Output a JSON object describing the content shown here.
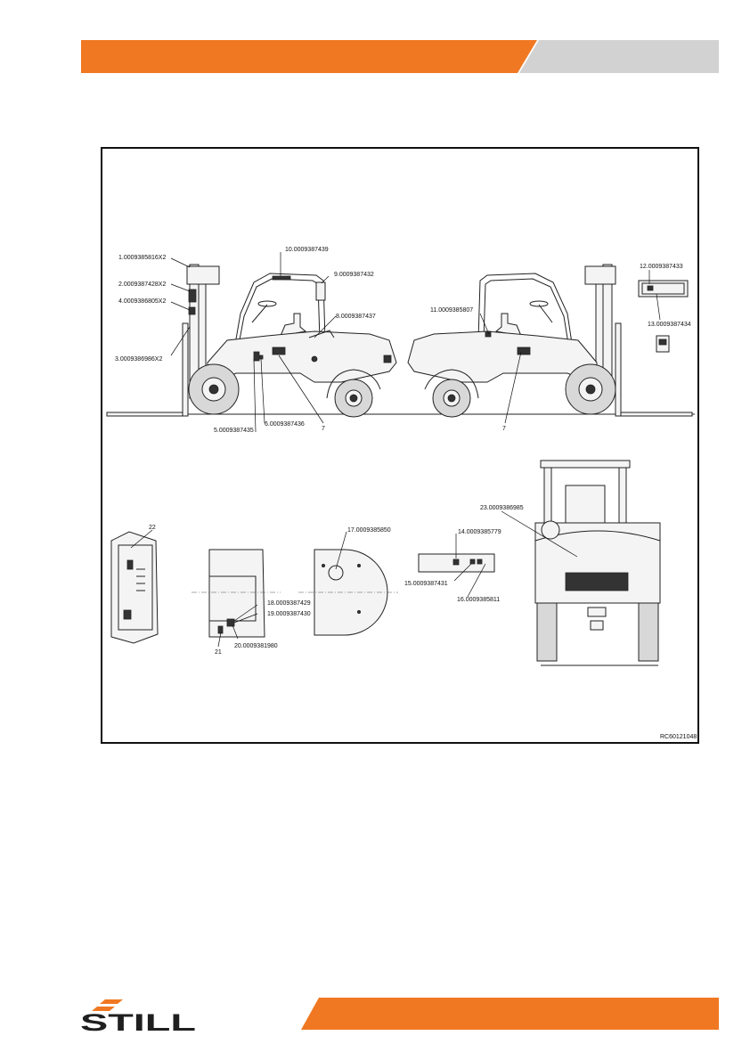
{
  "colors": {
    "accent": "#F07822",
    "header_grey": "#D2D2D2",
    "logo_dark": "#1F1F1F"
  },
  "logo": {
    "text": "STILL",
    "icon": "still-stripes-logo"
  },
  "diagram": {
    "reference": "RC60121048",
    "labels": {
      "l1": "1.0009385816X2",
      "l2": "2.0009387428X2",
      "l3": "3.0009386986X2",
      "l4": "4.0009386805X2",
      "l5": "5.0009387435",
      "l6": "6.0009387436",
      "l7a": "7",
      "l7b": "7",
      "l8": "8.0009387437",
      "l9": "9.0009387432",
      "l10": "10.0009387439",
      "l11": "11.0009385807",
      "l12": "12.0009387433",
      "l13": "13.0009387434",
      "l14": "14.0009385779",
      "l15": "15.0009387431",
      "l16": "16.0009385811",
      "l17": "17.0009385850",
      "l18": "18.0009387429",
      "l19": "19.0009387430",
      "l20": "20.0009381980",
      "l21": "21",
      "l22": "22",
      "l23": "23.0009386985"
    }
  }
}
